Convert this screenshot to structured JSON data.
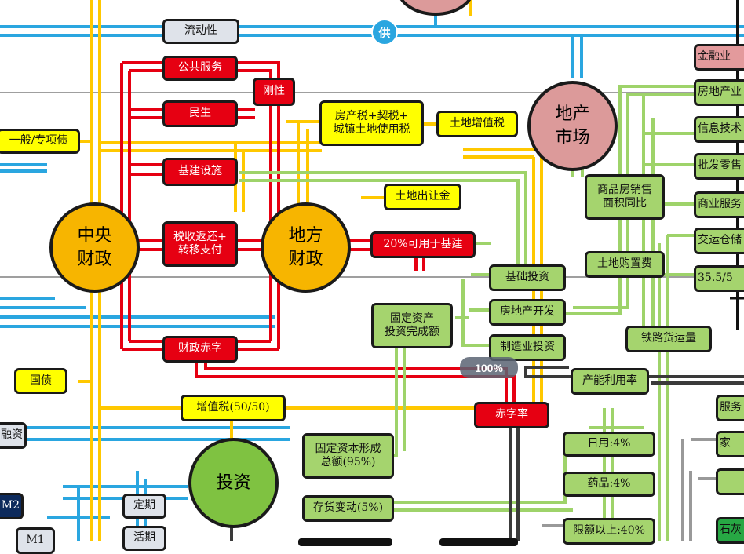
{
  "nodes": {
    "liquidity": "流动性",
    "public_service": "公共服务",
    "rigidity": "刚性",
    "livelihood": "民生",
    "infrastructure": "基建设施",
    "tax_rebate": "税收返还+\n转移支付",
    "fiscal_deficit": "财政赤字",
    "general_special_debt": "一般/专项债",
    "national_debt": "国债",
    "vat": "增值税(50/50)",
    "property_tax": "房产税+契税+\n城镇土地使用税",
    "land_vat": "土地增值税",
    "land_transfer": "土地出让金",
    "infra_20pct": "20%可用于基建",
    "fixed_asset_invest": "固定资产\n投资完成额",
    "infra_invest": "基础投资",
    "real_estate_dev": "房地产开发",
    "manufacturing_invest": "制造业投资",
    "commercial_housing": "商品房销售\n面积同比",
    "land_purchase": "土地购置费",
    "railway_freight": "铁路货运量",
    "capacity_utilization": "产能利用率",
    "deficit_ratio": "赤字率",
    "gross_capital_formation": "固定资本形成\n总额(95%)",
    "inventory_change": "存货变动(5%)",
    "daily_use": "日用:4%",
    "medicine": "药品:4%",
    "above_quota": "限额以上:40%",
    "finance_sector": "金融业",
    "real_estate_sector": "房地产业",
    "info_tech": "信息技术",
    "wholesale_retail": "批发零售",
    "business_service": "商业服务",
    "transport_storage": "交运仓储",
    "ratio_355": "35.5/5",
    "service": "服务",
    "home": "家",
    "blank_right": "",
    "stone": "石灰",
    "financing": "融资",
    "m2": "M2",
    "m1": "M1",
    "fixed_term": "定期",
    "demand": "活期"
  },
  "circles": {
    "central_fiscal": "中央\n财政",
    "local_fiscal": "地方\n财政",
    "real_estate_market": "地产\n市场",
    "investment": "投资",
    "top_circle": ""
  },
  "supply_badge": "供",
  "zoom_level": "100%",
  "colors": {
    "red": "#e60012",
    "yellow": "#ffff00",
    "green": "#a5d46e",
    "orange": "#f7b500",
    "blue": "#2aa6e0",
    "pink": "#dc9a9a"
  }
}
